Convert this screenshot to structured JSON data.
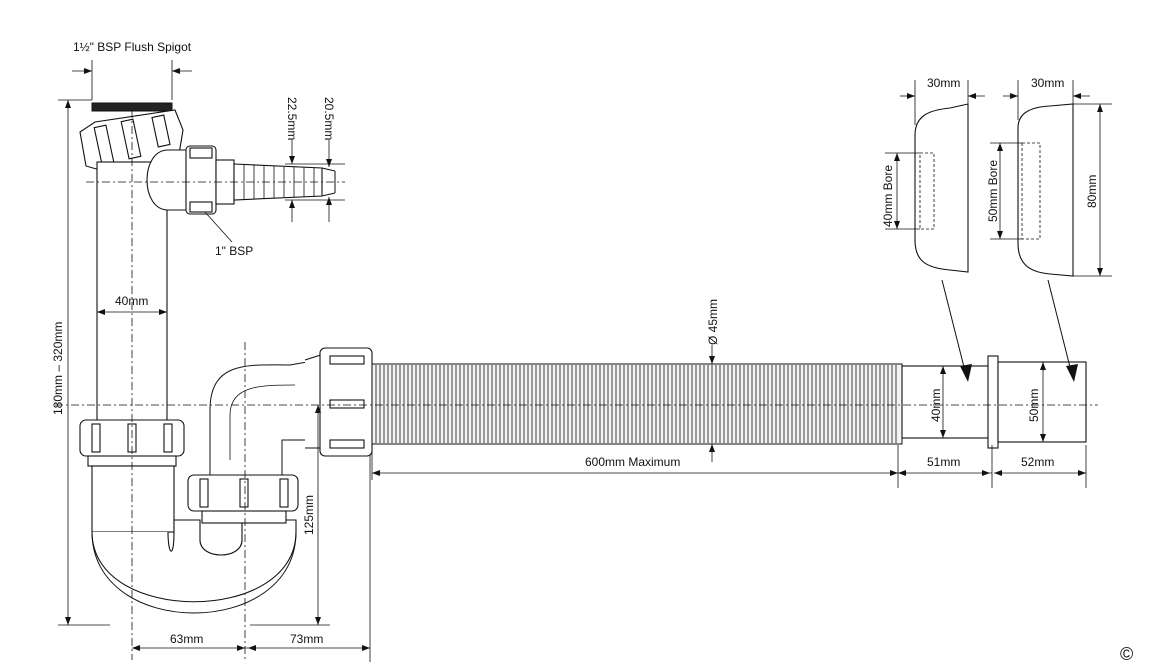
{
  "labels": {
    "flush_spigot": "1½\" BSP Flush Spigot",
    "bsp_1": "1\" BSP",
    "d_22_5": "22.5mm",
    "d_20_5": "20.5mm",
    "d_40_pipe": "40mm",
    "d_height_range": "180mm – 320mm",
    "d_63": "63mm",
    "d_73": "73mm",
    "d_125": "125mm",
    "d_600": "600mm Maximum",
    "d_dia45": "Ø 45mm",
    "d_40_outlet": "40mm",
    "d_50_outlet": "50mm",
    "d_51": "51mm",
    "d_52": "52mm",
    "d_30_left": "30mm",
    "d_30_right": "30mm",
    "bore_40": "40mm Bore",
    "bore_50": "50mm Bore",
    "d_80": "80mm",
    "copyright": "©"
  }
}
